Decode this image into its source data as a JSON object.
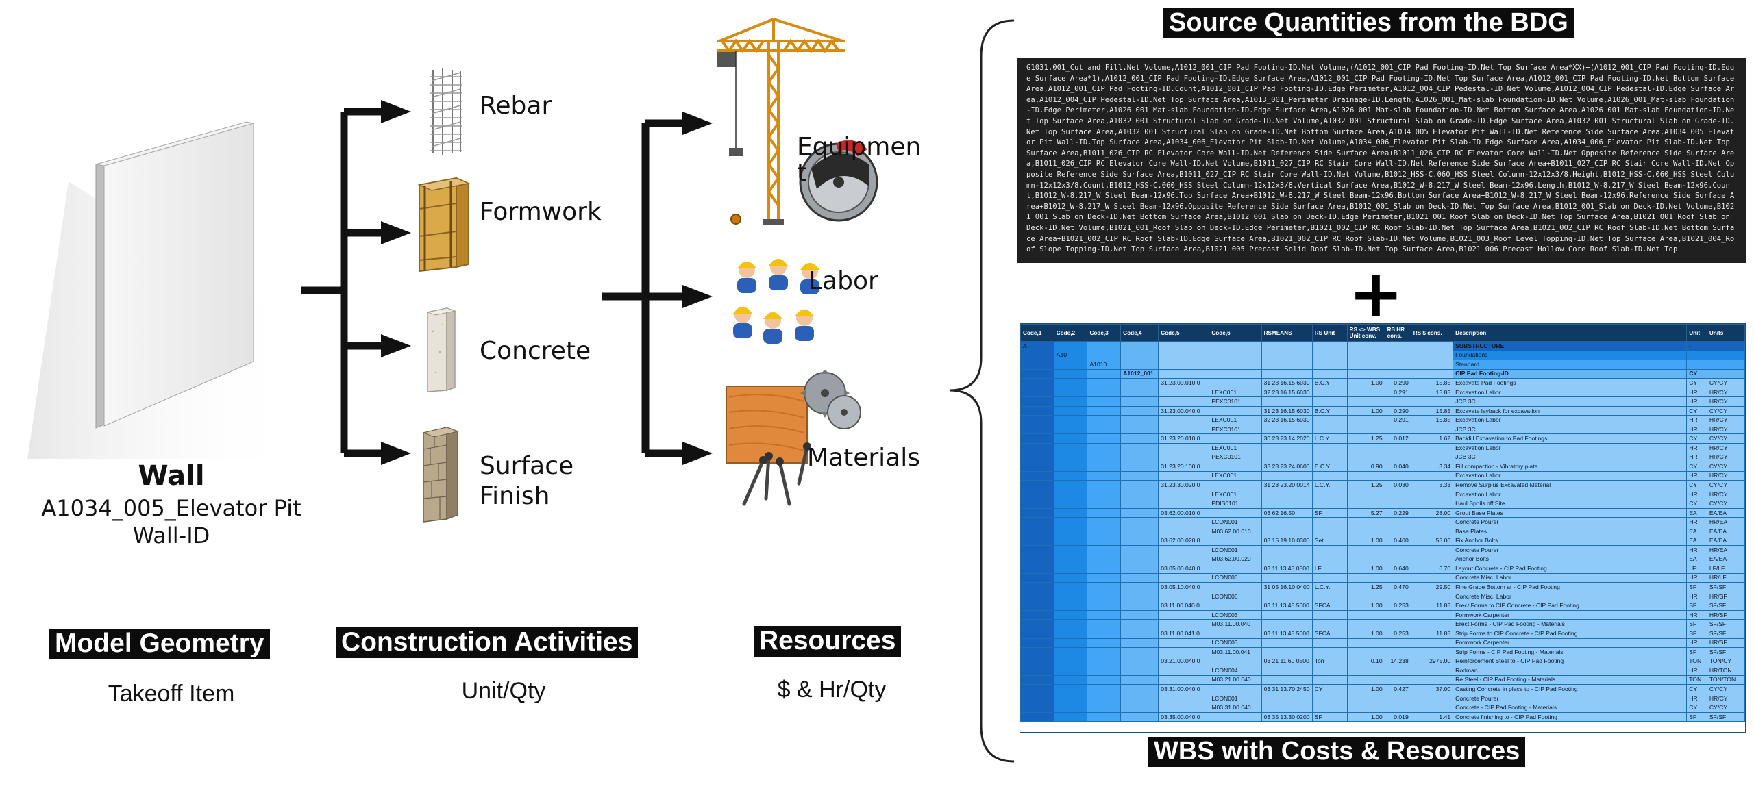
{
  "wall": {
    "title": "Wall",
    "id_line1": "A1034_005_Elevator Pit",
    "id_line2": "Wall-ID"
  },
  "activities": [
    "Rebar",
    "Formwork",
    "Concrete",
    "Surface",
    "Finish"
  ],
  "resources": [
    "Equipmen",
    "t",
    "Labor",
    "Materials"
  ],
  "sections": {
    "model_geometry": {
      "title": "Model Geometry",
      "subtitle": "Takeoff Item"
    },
    "construction_activities": {
      "title": "Construction Activities",
      "subtitle": "Unit/Qty"
    },
    "resources": {
      "title": "Resources",
      "subtitle": "$ & Hr/Qty"
    },
    "source_quantities": {
      "title": "Source Quantities from the BDG"
    },
    "wbs": {
      "title": "WBS with Costs & Resources"
    }
  },
  "plus": "+",
  "bdg_text": "G1031.001_Cut and Fill.Net Volume,A1012_001_CIP Pad Footing-ID.Net Volume,(A1012_001_CIP Pad Footing-ID.Net Top Surface Area*XX)+(A1012_001_CIP Pad Footing-ID.Edge Surface Area*1),A1012_001_CIP Pad Footing-ID.Edge Surface Area,A1012_001_CIP Pad Footing-ID.Net Top Surface Area,A1012_001_CIP Pad Footing-ID.Net Bottom Surface Area,A1012_001_CIP Pad Footing-ID.Count,A1012_001_CIP Pad Footing-ID.Edge Perimeter,A1012_004_CIP Pedestal-ID.Net Volume,A1012_004_CIP Pedestal-ID.Edge Surface Area,A1012_004_CIP Pedestal-ID.Net Top Surface Area,A1013_001_Perimeter Drainage-ID.Length,A1026_001_Mat-slab Foundation-ID.Net Volume,A1026_001_Mat-slab Foundation-ID.Edge Perimeter,A1026_001_Mat-slab Foundation-ID.Edge Surface Area,A1026_001_Mat-slab Foundation-ID.Net Bottom Surface Area,A1026_001_Mat-slab Foundation-ID.Net Top Surface Area,A1032_001_Structural Slab on Grade-ID.Net Volume,A1032_001_Structural Slab on Grade-ID.Edge Surface Area,A1032_001_Structural Slab on Grade-ID.Net Top Surface Area,A1032_001_Structural Slab on Grade-ID.Net Bottom Surface Area,A1034_005_Elevator Pit Wall-ID.Net Reference Side Surface Area,A1034_005_Elevator Pit Wall-ID.Top Surface Area,A1034_006_Elevator Pit Slab-ID.Net Volume,A1034_006_Elevator Pit Slab-ID.Edge Surface Area,A1034_006_Elevator Pit Slab-ID.Net Top Surface Area,B1011_026_CIP RC Elevator Core Wall-ID.Net Reference Side Surface Area+B1011_026_CIP RC Elevator Core Wall-ID.Net Opposite Reference Side Surface Area,B1011_026_CIP RC Elevator Core Wall-ID.Net Volume,B1011_027_CIP RC Stair Core Wall-ID.Net Reference Side Surface Area+B1011_027_CIP RC Stair Core Wall-ID.Net Opposite Reference Side Surface Area,B1011_027_CIP RC Stair Core Wall-ID.Net Volume,B1012_HSS-C.060_HSS Steel Column-12x12x3/8.Height,B1012_HSS-C.060_HSS Steel Column-12x12x3/8.Count,B1012_HSS-C.060_HSS Steel Column-12x12x3/8.Vertical Surface Area,B1012_W-8.217_W Steel Beam-12x96.Length,B1012_W-8.217_W Steel Beam-12x96.Count,B1012_W-8.217_W Steel Beam-12x96.Top Surface Area+B1012_W-8.217_W Steel Beam-12x96.Bottom Surface Area+B1012_W-8.217_W Steel Beam-12x96.Reference Side Surface Area+B1012_W-8.217_W Steel Beam-12x96.Opposite Reference Side Surface Area,B1012_001_Slab on Deck-ID.Net Top Surface Area,B1012_001_Slab on Deck-ID.Net Volume,B1021_001_Slab on Deck-ID.Net Bottom Surface Area,B1012_001_Slab on Deck-ID.Edge Perimeter,B1021_001_Roof Slab on Deck-ID.Net Top Surface Area,B1021_001_Roof Slab on Deck-ID.Net Volume,B1021_001_Roof Slab on Deck-ID.Edge Perimeter,B1021_002_CIP RC Roof Slab-ID.Net Top Surface Area,B1021_002_CIP RC Roof Slab-ID.Net Bottom Surface Area+B1021_002_CIP RC Roof Slab-ID.Edge Surface Area,B1021_002_CIP RC Roof Slab-ID.Net Volume,B1021_003_Roof Level Topping-ID.Net Top Surface Area,B1021_004_Roof Slope Topping-ID.Net Top Surface Area,B1021_005_Precast Solid Roof Slab-ID.Net Top Surface Area,B1021_006_Precast Hollow Core Roof Slab-ID.Net Top",
  "wbs_table": {
    "headers": [
      "Code,1",
      "Code,2",
      "Code,3",
      "Code,4",
      "Code,5",
      "Code,6",
      "RSMEANS",
      "RS Unit",
      "RS <> WBS Unit conv.",
      "RS HR cons.",
      "RS $ cons.",
      "Description",
      "Unit",
      "Units"
    ],
    "rows": [
      [
        "A",
        "",
        "",
        "",
        "",
        "",
        "",
        "",
        "",
        "",
        "",
        "SUBSTRUCTURE",
        "-",
        ""
      ],
      [
        "",
        "A10",
        "",
        "",
        "",
        "",
        "",
        "",
        "",
        "",
        "",
        "Foundations",
        "",
        ""
      ],
      [
        "",
        "",
        "A1010",
        "",
        "",
        "",
        "",
        "",
        "",
        "",
        "",
        "Standard",
        "",
        ""
      ],
      [
        "",
        "",
        "",
        "A1012_001",
        "",
        "",
        "",
        "",
        "",
        "",
        "",
        "CIP Pad Footing-ID",
        "CY",
        ""
      ],
      [
        "",
        "",
        "",
        "",
        "31.23.00.010.0",
        "",
        "31 23 16.15 6030",
        "B.C.Y",
        "1.00",
        "0.290",
        "15.85",
        "Excavate Pad Footings",
        "CY",
        "CY/CY"
      ],
      [
        "",
        "",
        "",
        "",
        "",
        "LEXC001",
        "32 23 16.15 6030",
        "",
        "",
        "0.291",
        "15.85",
        "Excavation Labor",
        "HR",
        "HR/CY"
      ],
      [
        "",
        "",
        "",
        "",
        "",
        "PEXC0101",
        "",
        "",
        "",
        "",
        "",
        "JCB 3C",
        "HR",
        "HR/CY"
      ],
      [
        "",
        "",
        "",
        "",
        "31.23.00.040.0",
        "",
        "31 23 16.15 6030",
        "B.C.Y",
        "1.00",
        "0.290",
        "15.85",
        "Excavate layback for excavation",
        "CY",
        "CY/CY"
      ],
      [
        "",
        "",
        "",
        "",
        "",
        "LEXC001",
        "32 23 16.15 6030",
        "",
        "",
        "0.291",
        "15.85",
        "Excavation Labor",
        "HR",
        "HR/CY"
      ],
      [
        "",
        "",
        "",
        "",
        "",
        "PEXC0101",
        "",
        "",
        "",
        "",
        "",
        "JCB 3C",
        "HR",
        "HR/CY"
      ],
      [
        "",
        "",
        "",
        "",
        "31.23.20.010.0",
        "",
        "30 23 23.14 2020",
        "L.C.Y.",
        "1.25",
        "0.012",
        "1.62",
        "Backfill Excavation to Pad Footings",
        "CY",
        "CY/CY"
      ],
      [
        "",
        "",
        "",
        "",
        "",
        "LEXC001",
        "",
        "",
        "",
        "",
        "",
        "Excavation Labor",
        "HR",
        "HR/CY"
      ],
      [
        "",
        "",
        "",
        "",
        "",
        "PEXC0101",
        "",
        "",
        "",
        "",
        "",
        "JCB 3C",
        "HR",
        "HR/CY"
      ],
      [
        "",
        "",
        "",
        "",
        "31.23.20.100.0",
        "",
        "33 23 23.24 0600",
        "E.C.Y.",
        "0.90",
        "0.040",
        "3.34",
        "Fill compaction - Vibratory plate",
        "CY",
        "CY/CY"
      ],
      [
        "",
        "",
        "",
        "",
        "",
        "LEXC001",
        "",
        "",
        "",
        "",
        "",
        "Excavation Labor",
        "HR",
        "HR/CY"
      ],
      [
        "",
        "",
        "",
        "",
        "31.23.30.020.0",
        "",
        "31 23 23.20 0014",
        "L.C.Y.",
        "1.25",
        "0.030",
        "3.33",
        "Remove Surplus Excavated Material",
        "CY",
        "CY/CY"
      ],
      [
        "",
        "",
        "",
        "",
        "",
        "LEXC001",
        "",
        "",
        "",
        "",
        "",
        "Excavation Labor",
        "HR",
        "HR/CY"
      ],
      [
        "",
        "",
        "",
        "",
        "",
        "PDIS0101",
        "",
        "",
        "",
        "",
        "",
        "Haul Spoils off Site",
        "CY",
        "CY/CY"
      ],
      [
        "",
        "",
        "",
        "",
        "03.62.00.010.0",
        "",
        "03 62 16.50",
        "SF",
        "5.27",
        "0.229",
        "28.00",
        "Grout Base Plates",
        "EA",
        "EA/EA"
      ],
      [
        "",
        "",
        "",
        "",
        "",
        "LCON001",
        "",
        "",
        "",
        "",
        "",
        "Concrete Pourer",
        "HR",
        "HR/EA"
      ],
      [
        "",
        "",
        "",
        "",
        "",
        "M03.62.00.010",
        "",
        "",
        "",
        "",
        "",
        "Base Plates",
        "EA",
        "EA/EA"
      ],
      [
        "",
        "",
        "",
        "",
        "03.62.00.020.0",
        "",
        "03 15 19.10 0300",
        "Set",
        "1.00",
        "0.400",
        "55.00",
        "Fix Anchor Bolts",
        "EA",
        "EA/EA"
      ],
      [
        "",
        "",
        "",
        "",
        "",
        "LCON001",
        "",
        "",
        "",
        "",
        "",
        "Concrete Pourer",
        "HR",
        "HR/EA"
      ],
      [
        "",
        "",
        "",
        "",
        "",
        "M03.62.00.020",
        "",
        "",
        "",
        "",
        "",
        "Anchor Bolts",
        "EA",
        "EA/EA"
      ],
      [
        "",
        "",
        "",
        "",
        "03.05.00.040.0",
        "",
        "03 11 13.45 0500",
        "LF",
        "1.00",
        "0.640",
        "6.70",
        "Layout Concrete - CIP Pad Footing",
        "LF",
        "LF/LF"
      ],
      [
        "",
        "",
        "",
        "",
        "",
        "LCON006",
        "",
        "",
        "",
        "",
        "",
        "Concrete Misc. Labor",
        "HR",
        "HR/LF"
      ],
      [
        "",
        "",
        "",
        "",
        "03.05.10.040.0",
        "",
        "31 05 16.10 0400",
        "L.C.Y.",
        "1.25",
        "0.470",
        "29.50",
        "Fine Grade Bottom at - CIP Pad Footing",
        "SF",
        "SF/SF"
      ],
      [
        "",
        "",
        "",
        "",
        "",
        "LCON006",
        "",
        "",
        "",
        "",
        "",
        "Concrete Misc. Labor",
        "HR",
        "HR/SF"
      ],
      [
        "",
        "",
        "",
        "",
        "03.11.00.040.0",
        "",
        "03 11 13.45 5000",
        "SFCA",
        "1.00",
        "0.253",
        "11.85",
        "Erect Forms to CIP Concrete - CIP Pad Footing",
        "SF",
        "SF/SF"
      ],
      [
        "",
        "",
        "",
        "",
        "",
        "LCON003",
        "",
        "",
        "",
        "",
        "",
        "Formwork Carpenter",
        "HR",
        "HR/SF"
      ],
      [
        "",
        "",
        "",
        "",
        "",
        "M03.11.00.040",
        "",
        "",
        "",
        "",
        "",
        "Erect Forms - CIP Pad Footing - Materials",
        "SF",
        "SF/SF"
      ],
      [
        "",
        "",
        "",
        "",
        "03.11.00.041.0",
        "",
        "03 11 13.45 5000",
        "SFCA",
        "1.00",
        "0.253",
        "11.85",
        "Strip Forms to CIP Concrete - CIP Pad Footing",
        "SF",
        "SF/SF"
      ],
      [
        "",
        "",
        "",
        "",
        "",
        "LCON003",
        "",
        "",
        "",
        "",
        "",
        "Formwork Carpenter",
        "HR",
        "HR/SF"
      ],
      [
        "",
        "",
        "",
        "",
        "",
        "M03.11.00.041",
        "",
        "",
        "",
        "",
        "",
        "Strip Forms - CIP Pad Footing - Materials",
        "SF",
        "SF/SF"
      ],
      [
        "",
        "",
        "",
        "",
        "03.21.00.040.0",
        "",
        "03 21 11.60 0500",
        "Ton",
        "0.10",
        "14.238",
        "2975.00",
        "Reinforcement Steel to - CIP Pad Footing",
        "TON",
        "TON/CY"
      ],
      [
        "",
        "",
        "",
        "",
        "",
        "LCON004",
        "",
        "",
        "",
        "",
        "",
        "Rodman",
        "HR",
        "HR/TON"
      ],
      [
        "",
        "",
        "",
        "",
        "",
        "M03.21.00.040",
        "",
        "",
        "",
        "",
        "",
        "Re Steel - CIP Pad Footing - Materials",
        "TON",
        "TON/TON"
      ],
      [
        "",
        "",
        "",
        "",
        "03.31.00.040.0",
        "",
        "03 31 13.70 2450",
        "CY",
        "1.00",
        "0.427",
        "37.00",
        "Casting Concrete in place to - CIP Pad Footing",
        "CY",
        "CY/CY"
      ],
      [
        "",
        "",
        "",
        "",
        "",
        "LCON001",
        "",
        "",
        "",
        "",
        "",
        "Concrete Pourer",
        "HR",
        "HR/CY"
      ],
      [
        "",
        "",
        "",
        "",
        "",
        "M03.31.00.040",
        "",
        "",
        "",
        "",
        "",
        "Concrete - CIP Pad Footing - Materials",
        "CY",
        "CY/CY"
      ],
      [
        "",
        "",
        "",
        "",
        "03.35.00.040.0",
        "",
        "03 35 13.30 0200",
        "SF",
        "1.00",
        "0.019",
        "1.41",
        "Concrete finishing to - CIP Pad Footing",
        "SF",
        "SF/SF"
      ]
    ]
  }
}
